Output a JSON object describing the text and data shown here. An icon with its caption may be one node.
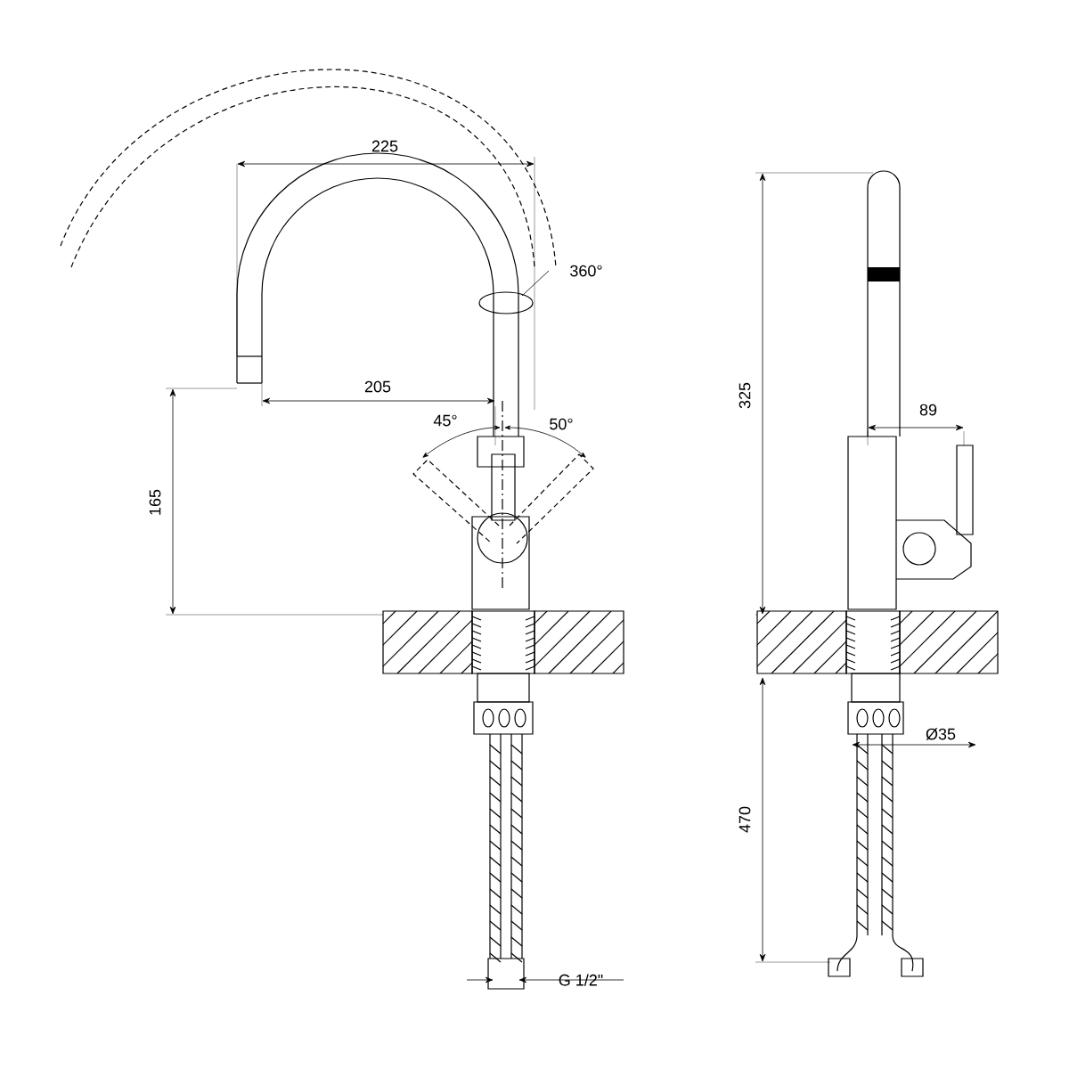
{
  "diagram": {
    "labels": [
      "225",
      "360°",
      "205",
      "45°",
      "50°",
      "165",
      "G 1/2\"",
      "325",
      "89",
      "Ø35",
      "470"
    ]
  }
}
